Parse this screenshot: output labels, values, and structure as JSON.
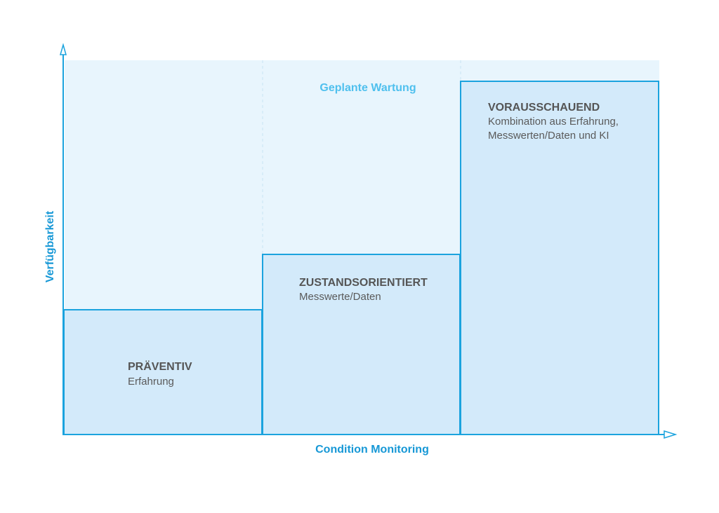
{
  "diagram": {
    "top_label": "Geplante Wartung",
    "x_axis_label": "Condition Monitoring",
    "y_axis_label": "Verfügbarkeit",
    "colors": {
      "accent": "#1ba3de",
      "block_fill": "#d3eafa",
      "background_band": "#e8f5fd",
      "top_label": "#4fc0ee",
      "text": "#555555"
    },
    "steps": [
      {
        "title": "PRÄVENTIV",
        "lines": [
          "Erfahrung"
        ]
      },
      {
        "title": "ZUSTANDSORIENTIERT",
        "lines": [
          "Messwerte/Daten"
        ]
      },
      {
        "title": "VORAUSSCHAUEND",
        "lines": [
          "Kombination aus Erfahrung,",
          "Messwerten/Daten und KI"
        ]
      }
    ]
  }
}
